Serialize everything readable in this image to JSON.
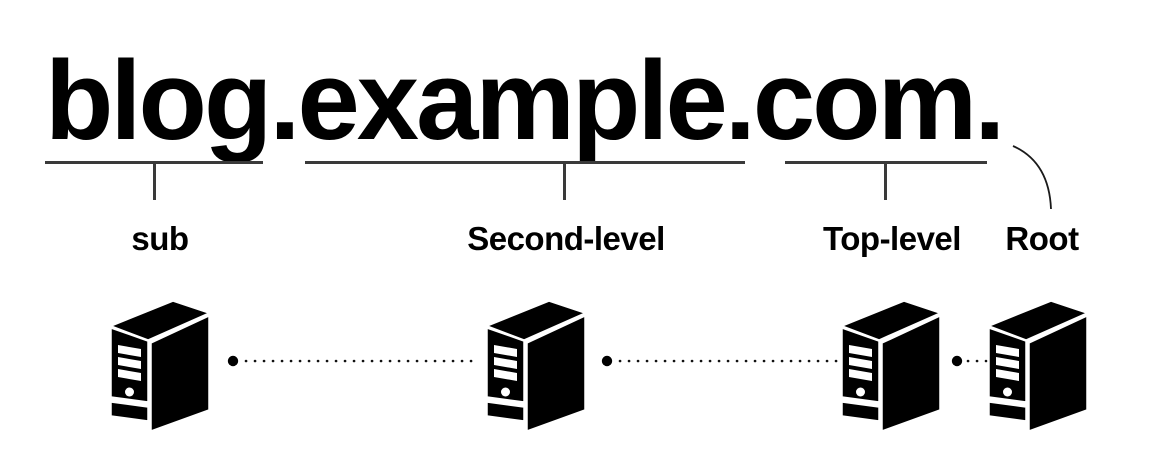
{
  "title": {
    "full_domain": "blog.example.com.",
    "sub": "blog",
    "dot1": ".",
    "second": "example",
    "dot2": ".",
    "top": "com",
    "root_dot": "."
  },
  "labels": {
    "sub": "sub",
    "second": "Second-level",
    "top": "Top-level",
    "root": "Root"
  },
  "diagram": {
    "server_count": 4,
    "levels": [
      "sub",
      "Second-level",
      "Top-level",
      "Root"
    ]
  },
  "icons": {
    "server": "server-tower-icon",
    "connection_dot": "connection-dot",
    "dotted_link": "dotted-line",
    "root_pointer": "root-pointer-curve"
  },
  "colors": {
    "text": "#000000",
    "line": "#3a3a3a",
    "curve": "#1a1a1a",
    "icon_fill": "#000000",
    "background": "#ffffff"
  }
}
